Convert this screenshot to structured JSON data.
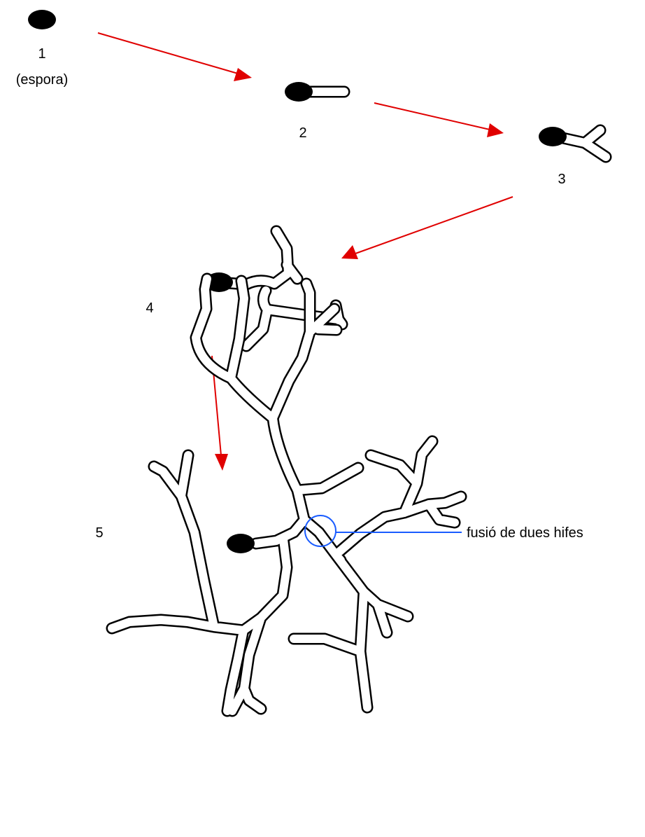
{
  "stages": [
    {
      "number": "1",
      "caption": "(espora)"
    },
    {
      "number": "2",
      "caption": ""
    },
    {
      "number": "3",
      "caption": ""
    },
    {
      "number": "4",
      "caption": ""
    },
    {
      "number": "5",
      "caption": ""
    }
  ],
  "annotation": {
    "text": "fusió de dues hifes"
  },
  "colors": {
    "arrow": "#e00000",
    "highlight": "#1a5cff",
    "spore": "#000000",
    "hypha_outline": "#000000",
    "hypha_fill": "#ffffff"
  }
}
